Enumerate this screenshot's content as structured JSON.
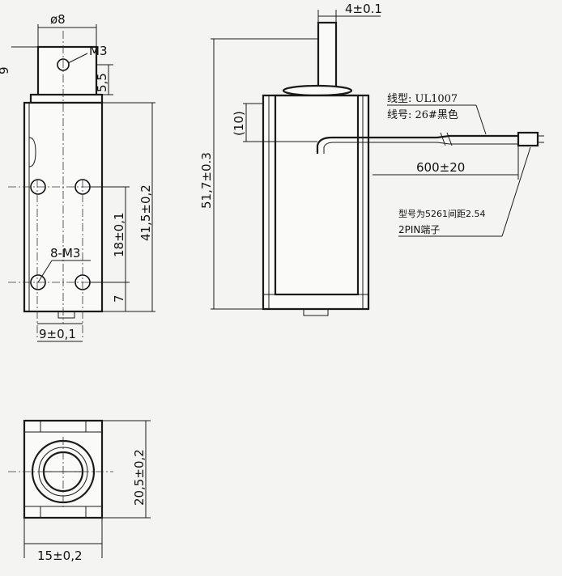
{
  "drawing": {
    "front_view": {
      "dim_diameter": "ø8",
      "dim_top_thread": "M3",
      "dim_side_9": "9",
      "dim_5_5": "5,5",
      "dim_8_m3": "8-M3",
      "dim_18": "18±0,1",
      "dim_41_5": "41,5±0,2",
      "dim_7": "7",
      "dim_9_spacing": "9±0,1"
    },
    "side_view": {
      "dim_plunger": "4±0.1",
      "dim_length": "51,7±0.3",
      "dim_10": "(10)",
      "wire_type": "线型: UL1007",
      "wire_gauge": "线号: 26#黑色",
      "dim_wire_length": "600±20",
      "connector_note": "型号为5261间距2.54",
      "connector_pin": "2PIN端子"
    },
    "end_view": {
      "dim_height": "20,5±0,2",
      "dim_width": "15±0,2"
    }
  }
}
